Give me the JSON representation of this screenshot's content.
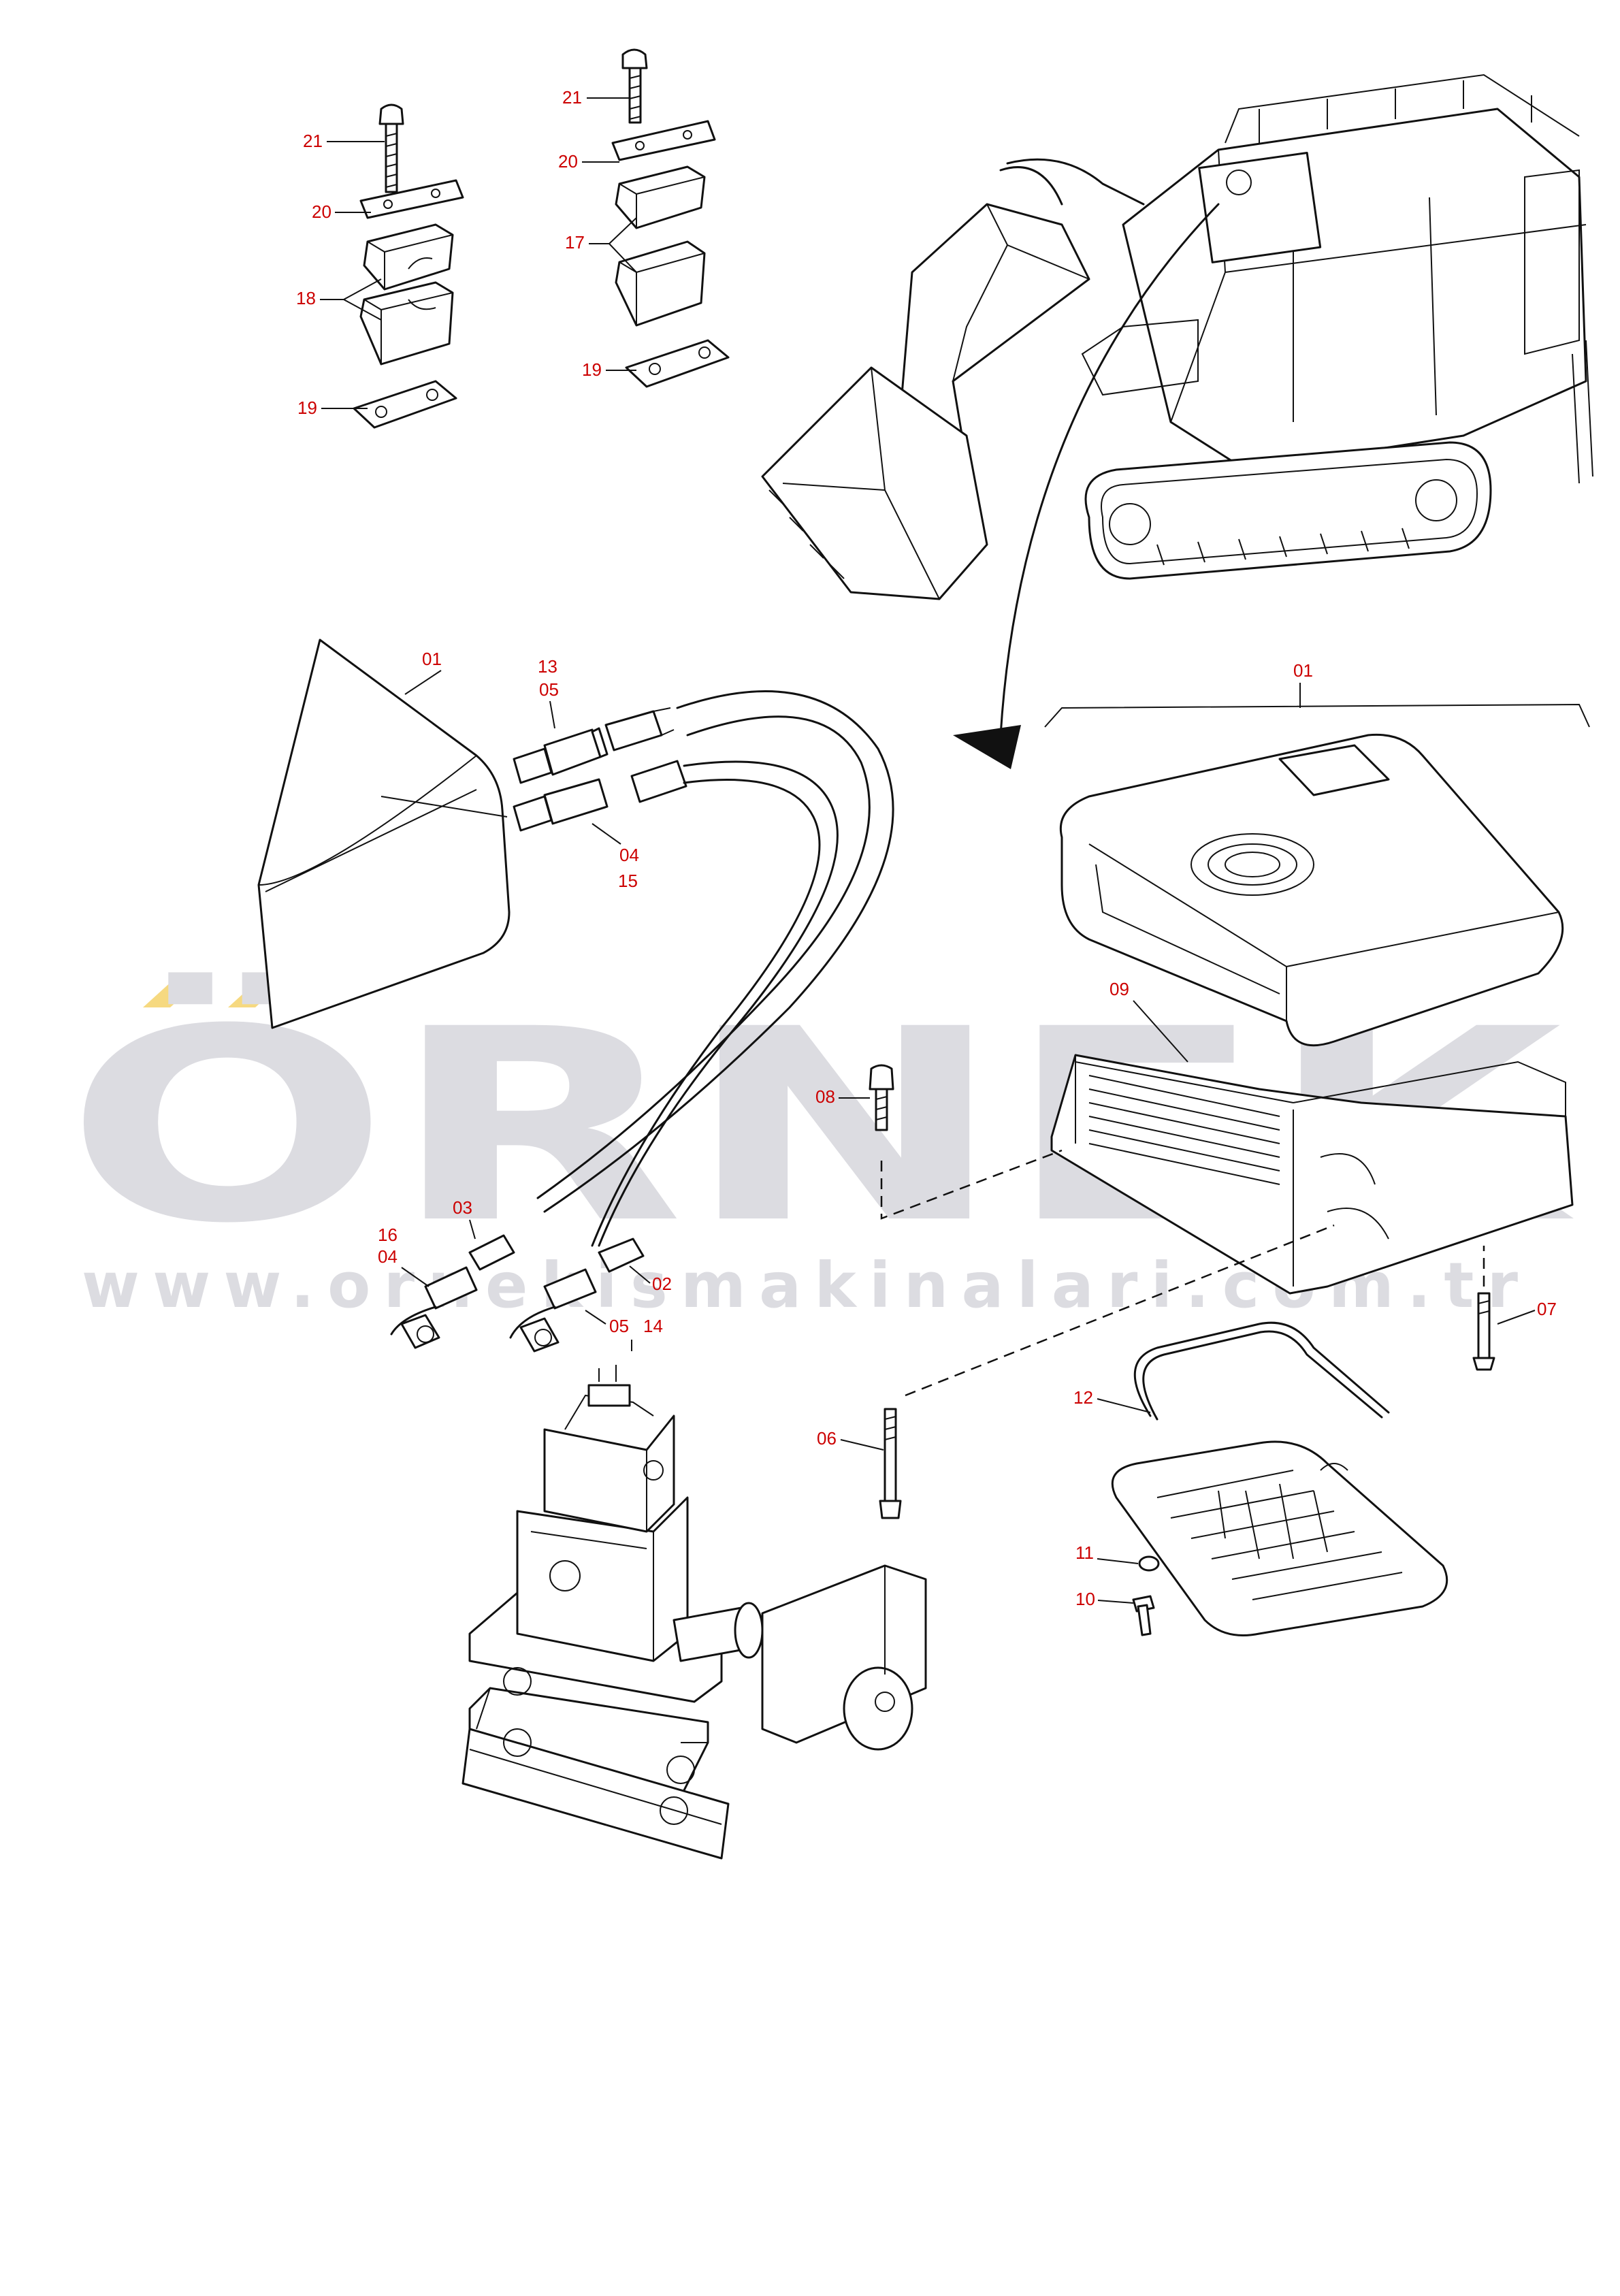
{
  "watermark": {
    "brand": "ÖRNEK",
    "url": "www.ornekismakinalari.com.tr",
    "color_text": "#d6d6dc",
    "color_accent": "#f5d36a"
  },
  "callouts": {
    "clamp_a": [
      "21",
      "20",
      "18",
      "19"
    ],
    "clamp_b": [
      "21",
      "20",
      "17",
      "19"
    ],
    "tank_left": "01",
    "fitting_top": [
      "13",
      "05"
    ],
    "fitting_bottom": [
      "04",
      "15"
    ],
    "hose_left": [
      "03",
      "16",
      "04"
    ],
    "hose_right": [
      "02",
      "05",
      "14"
    ],
    "cooler_group": "01",
    "item_09": "09",
    "item_08": "08",
    "item_07": "07",
    "item_06": "06",
    "item_12": "12",
    "item_11": "11",
    "item_10": "10"
  },
  "colors": {
    "callout": "#cc0000",
    "linework": "#111111"
  }
}
